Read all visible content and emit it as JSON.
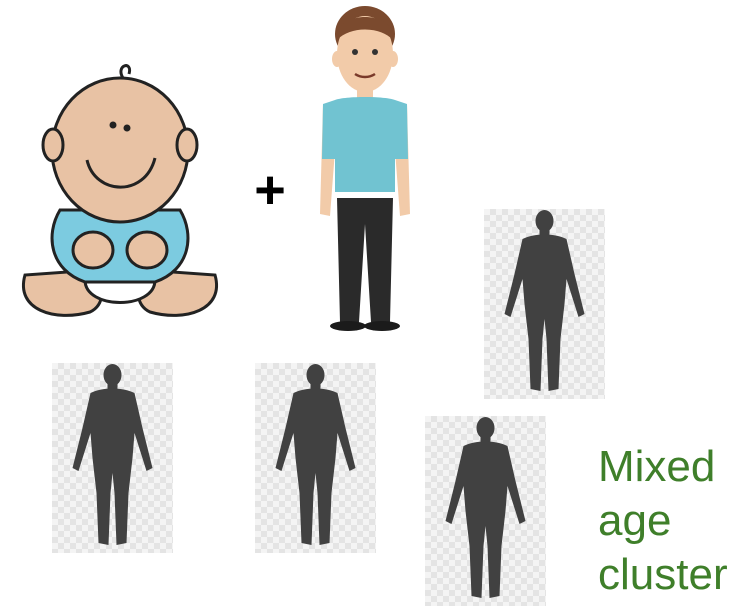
{
  "plus_sign": "+",
  "caption": {
    "line1": "Mixed",
    "line2": "age",
    "line3": "cluster",
    "color": "#3f7f2a"
  },
  "icons": {
    "baby": "baby-cartoon-icon",
    "man": "man-cartoon-icon",
    "silhouette": "human-silhouette-icon"
  },
  "colors": {
    "silhouette": "#414141",
    "shirt": "#6cc3d4",
    "skin": "#f0c9a8"
  }
}
